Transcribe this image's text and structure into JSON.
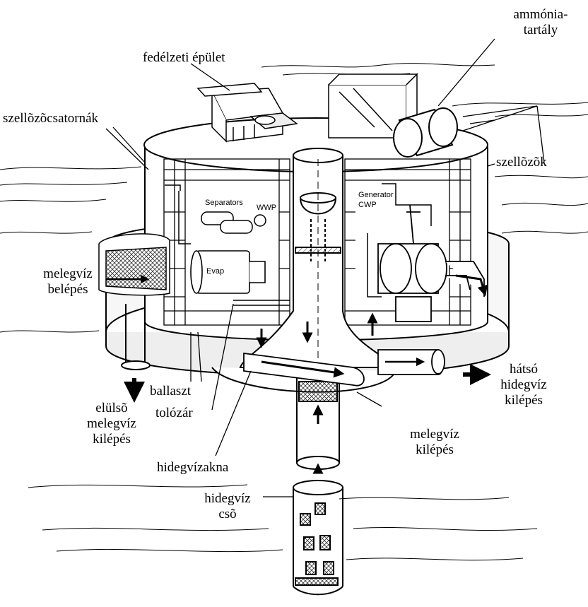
{
  "labels": {
    "ammonia_tank_line1": "ammónia-",
    "ammonia_tank_line2": "tartály",
    "deck_building": "fedélzeti épület",
    "vent_ducts": "szellõzõcsatornák",
    "vents": "szellõzõk",
    "warm_in_line1": "melegvíz",
    "warm_in_line2": "belépés",
    "rear_cold_out_line1": "hátsó",
    "rear_cold_out_line2": "hidegvíz",
    "rear_cold_out_line3": "kilépés",
    "front_warm_out_line1": "elülsõ",
    "front_warm_out_line2": "melegvíz",
    "front_warm_out_line3": "kilépés",
    "ballast": "ballaszt",
    "gate_valve": "tolózár",
    "warm_out_line1": "melegvíz",
    "warm_out_line2": "kilépés",
    "cold_shaft": "hidegvízakna",
    "cold_pipe_line1": "hidegvíz",
    "cold_pipe_line2": "csõ"
  },
  "inner_labels": {
    "separators": "Separators",
    "wwp": "WWP",
    "generator": "Generator",
    "cwp": "CWP",
    "evap": "Evap"
  },
  "colors": {
    "ink": "#000000",
    "background": "#ffffff",
    "hatch": "#555555"
  }
}
